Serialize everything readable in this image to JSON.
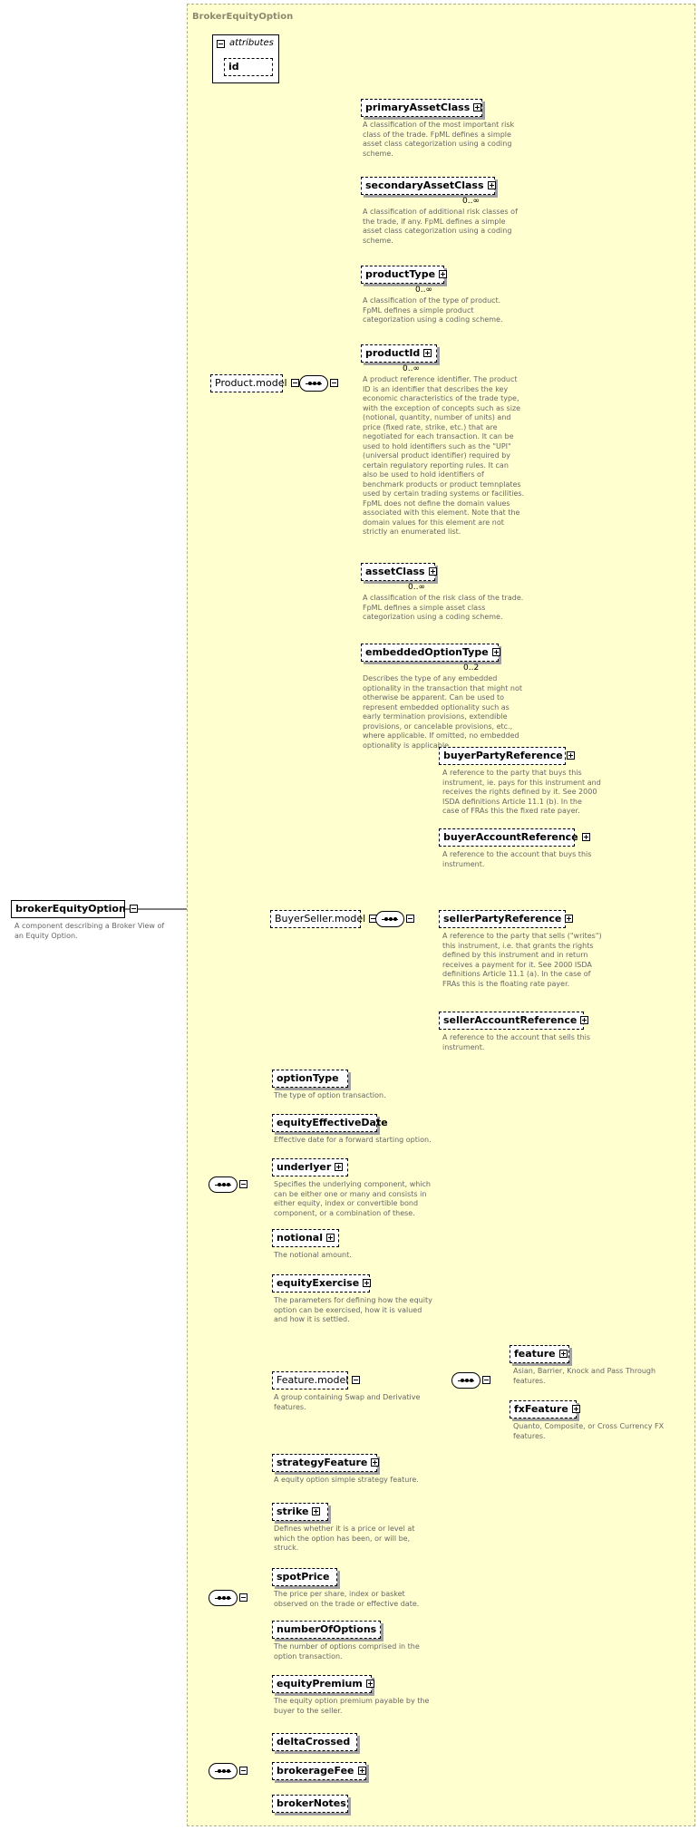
{
  "diagram": {
    "container_title": "BrokerEquityOption",
    "root": {
      "label": "brokerEquityOption",
      "doc": "A component describing a Broker View of\nan Equity Option."
    },
    "attributes": {
      "header": "attributes",
      "id_label": "id"
    },
    "product_model": {
      "label": "Product.model",
      "elements": [
        {
          "label": "primaryAssetClass",
          "card": "",
          "doc": "A classification of the most important risk\nclass of the trade. FpML defines a simple\nasset class categorization using a coding\nscheme."
        },
        {
          "label": "secondaryAssetClass",
          "card": "0..∞",
          "doc": "A classification of additional risk classes of\nthe trade, if any. FpML defines a simple\nasset class categorization using a coding\nscheme."
        },
        {
          "label": "productType",
          "card": "0..∞",
          "doc": "A classification of the type of product.\nFpML defines a simple product\ncategorization using a coding scheme."
        },
        {
          "label": "productId",
          "card": "0..∞",
          "doc": "A product reference identifier. The product\nID is an identifier that describes the key\neconomic characteristics of the trade type,\nwith the exception of concepts such as size\n(notional, quantity, number of units) and\nprice (fixed rate, strike, etc.) that are\nnegotiated for each transaction. It can be\nused to hold identifiers such as the \"UPI\"\n(universal product identifier) required by\ncertain regulatory reporting rules. It can\nalso be used to hold identifiers of\nbenchmark products or product temnplates\nused by certain trading systems or facilities.\nFpML does not define the domain values\nassociated with this element. Note that the\ndomain values for this element are not\nstrictly an enumerated list."
        },
        {
          "label": "assetClass",
          "card": "0..∞",
          "doc": "A classification of the risk class of the trade.\nFpML defines a simple asset class\ncategorization using a coding scheme."
        },
        {
          "label": "embeddedOptionType",
          "card": "0..2",
          "doc": "Describes the type of any embedded\noptionality in the transaction that might not\notherwise be apparent. Can be used to\nrepresent embedded optionality such as\nearly termination provisions, extendible\nprovisions, or cancelable provisions, etc.,\nwhere applicable. If omitted, no embedded\noptionality is applicable."
        }
      ]
    },
    "buyer_seller_model": {
      "label": "BuyerSeller.model",
      "elements": [
        {
          "label": "buyerPartyReference",
          "doc": "A reference to the party that buys this\ninstrument, ie. pays for this instrument and\nreceives the rights defined by it. See 2000\nISDA definitions Article 11.1 (b). In the\ncase of FRAs this the fixed rate payer."
        },
        {
          "label": "buyerAccountReference",
          "doc": "A reference to the account that buys this\ninstrument."
        },
        {
          "label": "sellerPartyReference",
          "doc": "A reference to the party that sells (\"writes\")\nthis instrument, i.e. that grants the rights\ndefined by this instrument and in return\nreceives a payment for it. See 2000 ISDA\ndefinitions Article 11.1 (a). In the case of\nFRAs this is the floating rate payer."
        },
        {
          "label": "sellerAccountReference",
          "doc": "A reference to the account that sells this\ninstrument."
        }
      ]
    },
    "option_elements": [
      {
        "label": "optionType",
        "doc": "The type of option transaction."
      },
      {
        "label": "equityEffectiveDate",
        "doc": "Effective date for a forward starting option."
      },
      {
        "label": "underlyer",
        "doc": "Specifies the underlying component, which\ncan be either one or many and consists in\neither equity, index or convertible bond\ncomponent, or a combination of these."
      },
      {
        "label": "notional",
        "doc": "The notional amount."
      },
      {
        "label": "equityExercise",
        "doc": "The parameters for defining how the equity\noption can be exercised, how it is valued\nand how it is settled."
      }
    ],
    "feature_model": {
      "label": "Feature.model",
      "doc": "A group containing Swap and Derivative\nfeatures.",
      "elements": [
        {
          "label": "feature",
          "doc": "Asian, Barrier, Knock and Pass Through\nfeatures."
        },
        {
          "label": "fxFeature",
          "doc": "Quanto, Composite, or Cross Currency FX\nfeatures."
        }
      ]
    },
    "strategy_feature": {
      "label": "strategyFeature",
      "doc": "A equity option simple strategy feature."
    },
    "price_elements": [
      {
        "label": "strike",
        "doc": "Defines whether it is a price or level at\nwhich the option has been, or will be,\nstruck."
      },
      {
        "label": "spotPrice",
        "doc": "The price per share, index or basket\nobserved on the trade or effective date."
      },
      {
        "label": "numberOfOptions",
        "doc": "The number of options comprised in the\noption transaction."
      },
      {
        "label": "equityPremium",
        "doc": "The equity option premium payable by the\nbuyer to the seller."
      }
    ],
    "broker_elements": [
      {
        "label": "deltaCrossed"
      },
      {
        "label": "brokerageFee"
      },
      {
        "label": "brokerNotes"
      }
    ]
  }
}
